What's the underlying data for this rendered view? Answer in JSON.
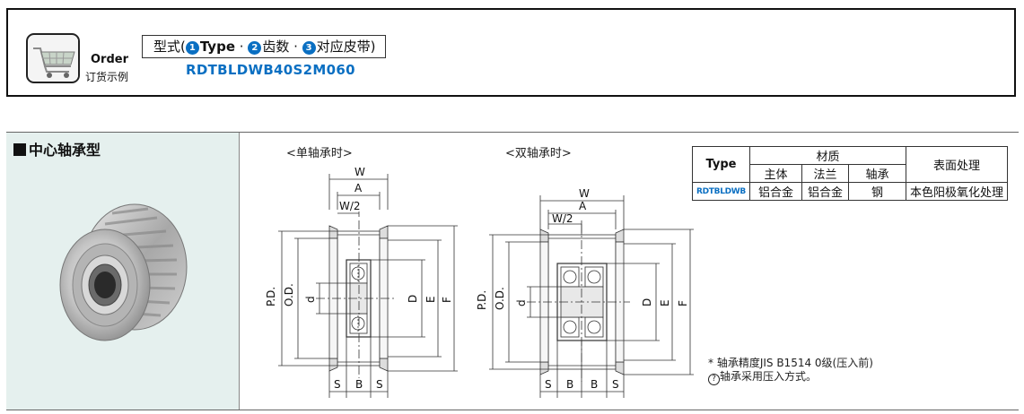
{
  "order": {
    "label_en": "Order",
    "label_cn": "订货示例",
    "model_prefix": "型式(",
    "marker_1": "1",
    "type_word": "Type",
    "sep1": " · ",
    "marker_2": "2",
    "teeth_word": "齿数",
    "sep2": " · ",
    "marker_3": "3",
    "belt_word": "对应皮带",
    "model_suffix": ")",
    "code": "RDTBLDWB40S2M060"
  },
  "section": {
    "title": "中心轴承型"
  },
  "diagrams": {
    "single": {
      "caption": "<单轴承时>",
      "labels": {
        "W": "W",
        "A": "A",
        "W2": "W/2",
        "PD": "P.D.",
        "OD": "O.D.",
        "d": "d",
        "D": "D",
        "E": "E",
        "F": "F",
        "S1": "S",
        "B": "B",
        "S2": "S"
      }
    },
    "double": {
      "caption": "<双轴承时>",
      "labels": {
        "W": "W",
        "A": "A",
        "W2": "W/2",
        "PD": "P.D.",
        "OD": "O.D.",
        "d": "d",
        "D": "D",
        "E": "E",
        "F": "F",
        "S1": "S",
        "B1": "B",
        "B2": "B",
        "S2": "S"
      }
    }
  },
  "table": {
    "type_header": "Type",
    "material_header": "材质",
    "surface_header": "表面处理",
    "sub_headers": [
      "主体",
      "法兰",
      "轴承"
    ],
    "row": {
      "type": "RDTBLDWB",
      "body": "铝合金",
      "flange": "铝合金",
      "bearing": "钢",
      "surface": "本色阳极氧化处理"
    }
  },
  "notes": {
    "line1": "* 轴承精度JIS B1514 0级(压入前)",
    "line2": "轴承采用压入方式。"
  },
  "colors": {
    "accent": "#0a6fc2",
    "panel_bg": "#e5f0ee"
  }
}
